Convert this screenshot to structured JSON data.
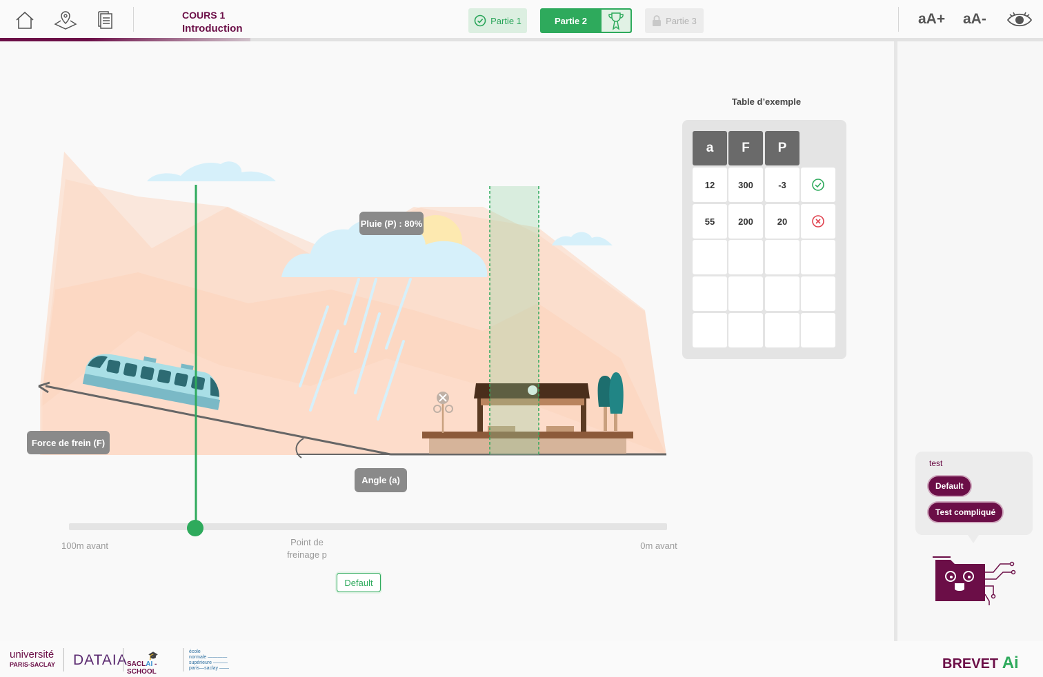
{
  "header": {
    "course_label": "COURS 1",
    "course_subtitle": "Introduction",
    "parts": [
      {
        "label": "Partie 1",
        "state": "completed"
      },
      {
        "label": "Partie 2",
        "state": "active"
      },
      {
        "label": "Partie 3",
        "state": "locked"
      }
    ],
    "font_increase": "aA+",
    "font_decrease": "aA-",
    "progress": 0.24
  },
  "scene": {
    "rain_label": "Pluie (P) : 80%",
    "force_label": "Force de frein (F)",
    "angle_label": "Angle (a)",
    "slider": {
      "start_label": "100m avant",
      "middle_label_line1": "Point de",
      "middle_label_line2": "freinage p",
      "end_label": "0m avant",
      "value_fraction": 0.21
    },
    "default_button": "Default"
  },
  "table": {
    "title": "Table d’exemple",
    "headers": [
      "a",
      "F",
      "P"
    ],
    "rows": [
      {
        "a": "12",
        "F": "300",
        "P": "-3",
        "status": "success"
      },
      {
        "a": "55",
        "F": "200",
        "P": "20",
        "status": "error"
      },
      {
        "a": "",
        "F": "",
        "P": "",
        "status": ""
      },
      {
        "a": "",
        "F": "",
        "P": "",
        "status": ""
      },
      {
        "a": "",
        "F": "",
        "P": "",
        "status": ""
      }
    ]
  },
  "assistant": {
    "label": "test",
    "buttons": [
      "Default",
      "Test compliqué"
    ]
  },
  "footer": {
    "partner_logos": [
      "université PARIS-SACLAY",
      "DATAIA",
      "SACLAI-SCHOOL",
      "école normale supérieure paris—saclay"
    ],
    "brand": "BREVET",
    "brand_accent": "Ai"
  },
  "colors": {
    "brand": "#6b0e47",
    "success": "#2eaa5c",
    "error": "#e0424f",
    "pill": "#8a8a8a"
  }
}
